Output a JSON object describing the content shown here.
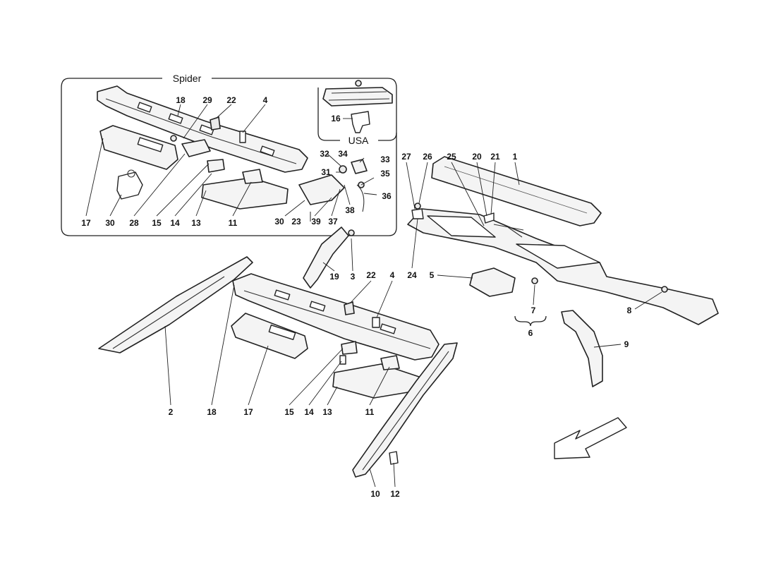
{
  "inset": {
    "title": "Spider",
    "usa_label": "USA"
  },
  "callouts": [
    {
      "key": "top-18",
      "text": "18"
    },
    {
      "key": "top-29",
      "text": "29"
    },
    {
      "key": "top-22",
      "text": "22"
    },
    {
      "key": "top-4",
      "text": "4"
    },
    {
      "key": "top-16",
      "text": "16"
    },
    {
      "key": "top-32",
      "text": "32"
    },
    {
      "key": "top-34",
      "text": "34"
    },
    {
      "key": "top-33",
      "text": "33"
    },
    {
      "key": "top-31",
      "text": "31"
    },
    {
      "key": "top-35",
      "text": "35"
    },
    {
      "key": "top-36",
      "text": "36"
    },
    {
      "key": "top-17",
      "text": "17"
    },
    {
      "key": "top-30a",
      "text": "30"
    },
    {
      "key": "top-28",
      "text": "28"
    },
    {
      "key": "top-15",
      "text": "15"
    },
    {
      "key": "top-14",
      "text": "14"
    },
    {
      "key": "top-13",
      "text": "13"
    },
    {
      "key": "top-11",
      "text": "11"
    },
    {
      "key": "top-30b",
      "text": "30"
    },
    {
      "key": "top-23",
      "text": "23"
    },
    {
      "key": "top-39",
      "text": "39"
    },
    {
      "key": "top-37",
      "text": "37"
    },
    {
      "key": "top-38",
      "text": "38"
    },
    {
      "key": "c-27",
      "text": "27"
    },
    {
      "key": "c-26",
      "text": "26"
    },
    {
      "key": "c-25",
      "text": "25"
    },
    {
      "key": "c-20",
      "text": "20"
    },
    {
      "key": "c-21",
      "text": "21"
    },
    {
      "key": "c-1",
      "text": "1"
    },
    {
      "key": "c-24",
      "text": "24"
    },
    {
      "key": "c-5",
      "text": "5"
    },
    {
      "key": "c-7",
      "text": "7"
    },
    {
      "key": "c-6",
      "text": "6"
    },
    {
      "key": "c-8",
      "text": "8"
    },
    {
      "key": "c-9",
      "text": "9"
    },
    {
      "key": "m-19",
      "text": "19"
    },
    {
      "key": "m-3",
      "text": "3"
    },
    {
      "key": "m-22",
      "text": "22"
    },
    {
      "key": "m-4",
      "text": "4"
    },
    {
      "key": "m-2",
      "text": "2"
    },
    {
      "key": "m-18",
      "text": "18"
    },
    {
      "key": "m-17",
      "text": "17"
    },
    {
      "key": "m-15",
      "text": "15"
    },
    {
      "key": "m-14",
      "text": "14"
    },
    {
      "key": "m-13",
      "text": "13"
    },
    {
      "key": "m-11",
      "text": "11"
    },
    {
      "key": "m-10",
      "text": "10"
    },
    {
      "key": "m-12",
      "text": "12"
    }
  ]
}
